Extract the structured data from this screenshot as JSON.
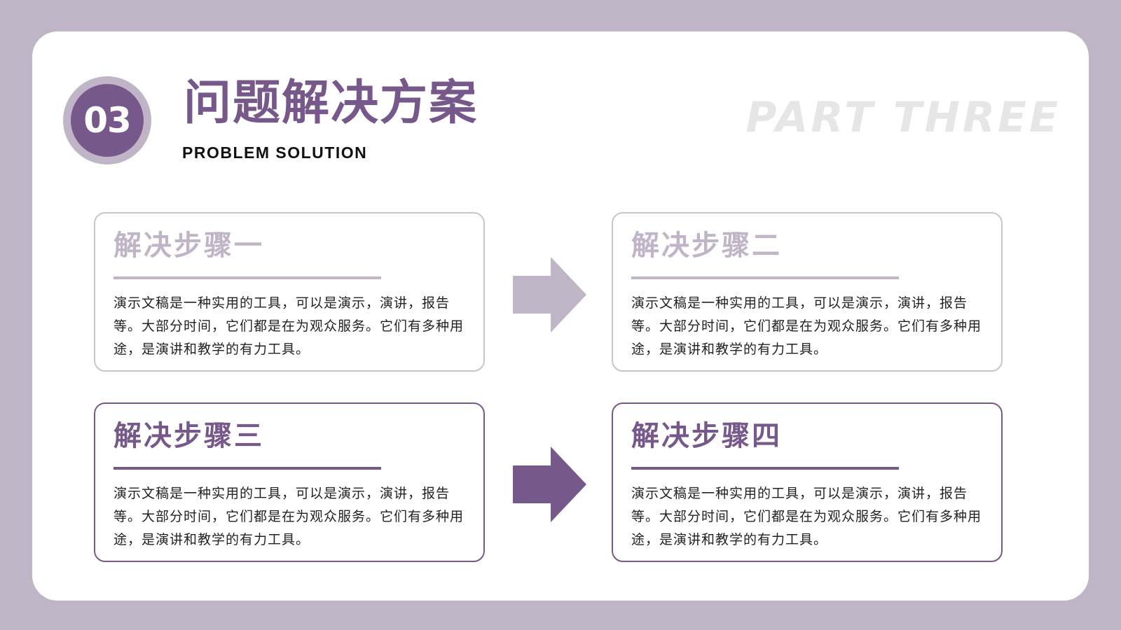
{
  "header": {
    "badge_number": "03",
    "title": "问题解决方案",
    "subtitle": "PROBLEM SOLUTION",
    "watermark": "PART  THREE"
  },
  "steps": [
    {
      "title": "解决步骤一",
      "description": "演示文稿是一种实用的工具，可以是演示，演讲，报告等。大部分时间，它们都是在为观众服务。它们有多种用途，是演讲和教学的有力工具。",
      "style": "light"
    },
    {
      "title": "解决步骤二",
      "description": "演示文稿是一种实用的工具，可以是演示，演讲，报告等。大部分时间，它们都是在为观众服务。它们有多种用途，是演讲和教学的有力工具。",
      "style": "light"
    },
    {
      "title": "解决步骤三",
      "description": "演示文稿是一种实用的工具，可以是演示，演讲，报告等。大部分时间，它们都是在为观众服务。它们有多种用途，是演讲和教学的有力工具。",
      "style": "dark"
    },
    {
      "title": "解决步骤四",
      "description": "演示文稿是一种实用的工具，可以是演示，演讲，报告等。大部分时间，它们都是在为观众服务。它们有多种用途，是演讲和教学的有力工具。",
      "style": "dark"
    }
  ],
  "arrows": [
    {
      "icon": "arrow-right-icon",
      "color": "#c0b5c6"
    },
    {
      "icon": "arrow-right-icon",
      "color": "#76588a"
    }
  ],
  "colors": {
    "accent": "#76588a",
    "accent_light": "#c0b5c6",
    "background": "#c0b5c6",
    "watermark": "#e6e6e6"
  }
}
